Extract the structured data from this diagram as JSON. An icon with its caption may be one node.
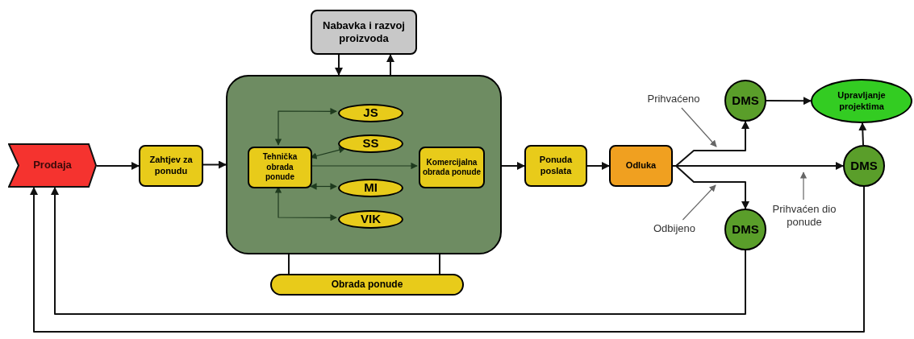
{
  "diagram": {
    "nodes": [
      {
        "text": [
          "Prodaja"
        ]
      },
      {
        "text": [
          "Zahtjev za ponudu"
        ]
      },
      {
        "text": [],
        "shape": "box"
      },
      {
        "text": [
          "Tehnička obrada ponude"
        ],
        "in": 2
      },
      {
        "text": [
          "JS"
        ],
        "in": 2
      },
      {
        "text": [
          "SS"
        ],
        "in": 2
      },
      {
        "text": [
          "MI"
        ],
        "in": 2
      },
      {
        "text": [
          "VIK"
        ],
        "in": 2
      },
      {
        "text": [
          "Komercijalna obrada ponude"
        ],
        "in": 2
      },
      {
        "text": [
          "Obrada ponude"
        ]
      },
      {
        "text": [
          "Nabavka i razvoj proizvoda"
        ]
      },
      {
        "text": [
          "Ponuda poslata"
        ]
      },
      {
        "text": [
          "Odluka"
        ]
      },
      {
        "text": [
          "DMS"
        ]
      },
      {
        "text": [
          "Upravljanje projektima"
        ]
      },
      {
        "text": [
          "DMS"
        ]
      },
      {
        "text": [
          "DMS"
        ]
      },
      {
        "text": [
          "Prihvaćeno"
        ]
      },
      {
        "text": [
          "Odbijeno"
        ]
      },
      {
        "text": [
          "Prihvaćen dio ponude"
        ]
      }
    ],
    "edges": [
      {
        "from": 0,
        "to": 1,
        "arrow": "to"
      },
      {
        "from": 1,
        "to": 2,
        "arrow": "to"
      },
      {
        "from": 10,
        "to": 2,
        "arrow": "to"
      },
      {
        "from": 2,
        "to": 10,
        "arrow": "to"
      },
      {
        "from": 3,
        "to": 4,
        "arrow": "both",
        "color": "#1e3a1e"
      },
      {
        "from": 3,
        "to": 5,
        "arrow": "both",
        "color": "#1e3a1e"
      },
      {
        "from": 3,
        "to": 6,
        "arrow": "both",
        "color": "#1e3a1e"
      },
      {
        "from": 3,
        "to": 7,
        "arrow": "both",
        "color": "#1e3a1e"
      },
      {
        "from": 3,
        "to": 8,
        "arrow": "to",
        "color": "#1e3a1e"
      },
      {
        "from": 2,
        "to": 11,
        "arrow": "to"
      },
      {
        "from": 11,
        "to": 12,
        "arrow": "to"
      },
      {
        "from": 12,
        "to": 13,
        "arrow": "to"
      },
      {
        "from": 12,
        "to": 15,
        "arrow": "to"
      },
      {
        "from": 12,
        "to": 16,
        "arrow": "to"
      },
      {
        "from": 13,
        "to": 14,
        "arrow": "to"
      },
      {
        "from": 15,
        "to": 14,
        "arrow": "to"
      },
      {
        "from": 16,
        "to": 0,
        "arrow": "to"
      },
      {
        "from": 15,
        "to": 0,
        "arrow": "to"
      },
      {
        "from": 2,
        "to": 9,
        "arrow": "none"
      },
      {
        "from": 2,
        "to": 9,
        "arrow": "none"
      },
      {
        "from": 17,
        "to": null,
        "arrow": "to",
        "color": "#666666"
      },
      {
        "from": 18,
        "to": null,
        "arrow": "to",
        "color": "#666666"
      },
      {
        "from": 19,
        "to": null,
        "arrow": "to",
        "color": "#666666"
      }
    ]
  }
}
